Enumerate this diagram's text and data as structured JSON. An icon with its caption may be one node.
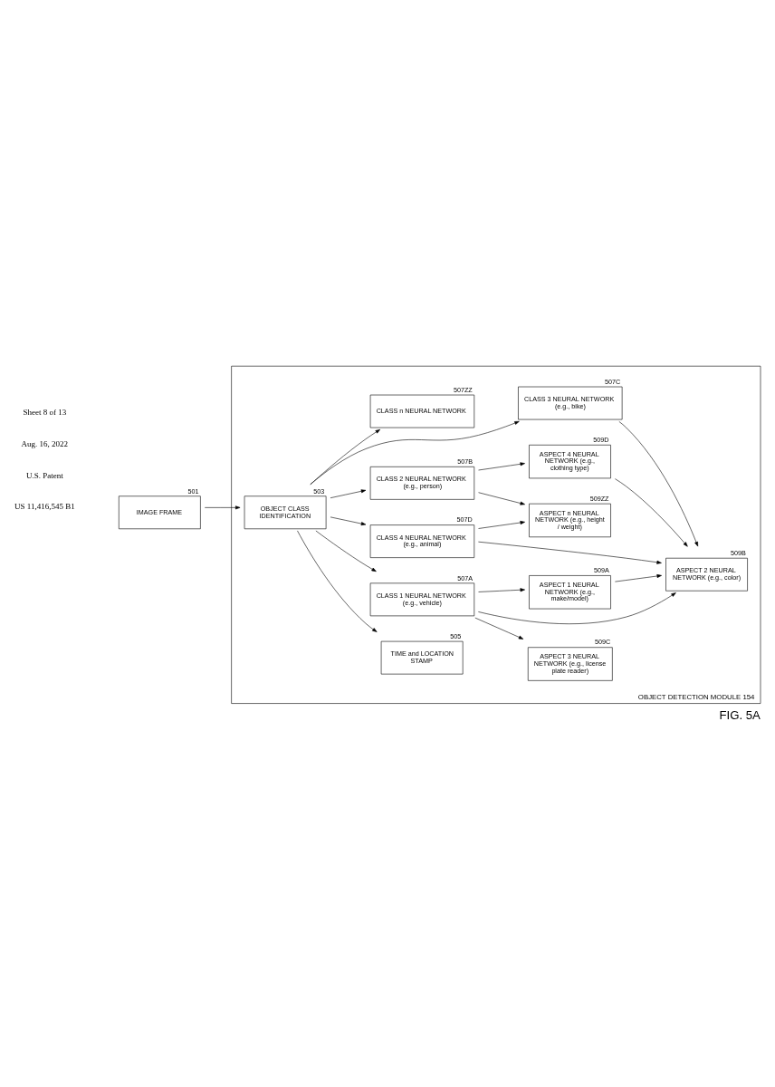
{
  "diagram": {
    "caption": "FIG. 5A",
    "nodes": [
      {
        "text": [
          "IMAGE FRAME"
        ],
        "beside": [
          "501"
        ]
      },
      {
        "text": [
          "OBJECT DETECTION MODULE 154"
        ]
      },
      {
        "text": [
          "OBJECT CLASS IDENTIFICATION"
        ],
        "beside": [
          "503"
        ],
        "in": 1
      },
      {
        "text": [
          "TIME and LOCATION STAMP"
        ],
        "beside": [
          "505"
        ],
        "in": 1
      },
      {
        "text": [
          "CLASS 1 NEURAL NETWORK (e.g., vehicle)"
        ],
        "beside": [
          "507A"
        ],
        "in": 1
      },
      {
        "text": [
          "CLASS 2 NEURAL NETWORK (e.g., person)"
        ],
        "beside": [
          "507B"
        ],
        "in": 1
      },
      {
        "text": [
          "CLASS 3 NEURAL NETWORK (e.g., bike)"
        ],
        "beside": [
          "507C"
        ],
        "in": 1
      },
      {
        "text": [
          "CLASS 4 NEURAL NETWORK (e.g., animal)"
        ],
        "beside": [
          "507D"
        ],
        "in": 1
      },
      {
        "text": [
          "CLASS n NEURAL NETWORK"
        ],
        "beside": [
          "507ZZ"
        ],
        "in": 1
      },
      {
        "text": [
          "ASPECT 1 NEURAL NETWORK (e.g., make/model)"
        ],
        "beside": [
          "509A"
        ],
        "in": 1
      },
      {
        "text": [
          "ASPECT 2 NEURAL NETWORK (e.g., color)"
        ],
        "beside": [
          "509B"
        ],
        "in": 1
      },
      {
        "text": [
          "ASPECT 3 NEURAL NETWORK (e.g., license plate reader)"
        ],
        "beside": [
          "509C"
        ],
        "in": 1
      },
      {
        "text": [
          "ASPECT 4 NEURAL NETWORK (e.g., clothing type)"
        ],
        "beside": [
          "509D"
        ],
        "in": 1
      },
      {
        "text": [
          "ASPECT n NEURAL NETWORK (e.g., height / weight)"
        ],
        "beside": [
          "509ZZ"
        ],
        "in": 1
      }
    ],
    "edges": [
      {
        "from": 0,
        "to": 2,
        "arrow": "to"
      },
      {
        "from": 2,
        "to": 3,
        "arrow": "to"
      },
      {
        "from": 2,
        "to": 4,
        "arrow": "to"
      },
      {
        "from": 2,
        "to": 5,
        "arrow": "to"
      },
      {
        "from": 2,
        "to": 6,
        "arrow": "to"
      },
      {
        "from": 2,
        "to": 7,
        "arrow": "to"
      },
      {
        "from": 2,
        "to": 8,
        "arrow": "to"
      },
      {
        "from": 4,
        "to": 9,
        "arrow": "to"
      },
      {
        "from": 4,
        "to": 10,
        "arrow": "to"
      },
      {
        "from": 4,
        "to": 11,
        "arrow": "to"
      },
      {
        "from": 5,
        "to": 12,
        "arrow": "to"
      },
      {
        "from": 5,
        "to": 13,
        "arrow": "to"
      },
      {
        "from": 6,
        "to": 10,
        "arrow": "to"
      },
      {
        "from": 7,
        "to": 10,
        "arrow": "to"
      },
      {
        "from": 7,
        "to": 13,
        "arrow": "to"
      },
      {
        "from": 9,
        "to": 10,
        "arrow": "to"
      },
      {
        "from": 12,
        "to": 10,
        "arrow": "to"
      }
    ],
    "labels": [
      "U.S. Patent",
      "Aug. 16, 2022",
      "Sheet 8 of 13",
      "US 11,416,545 B1"
    ]
  }
}
